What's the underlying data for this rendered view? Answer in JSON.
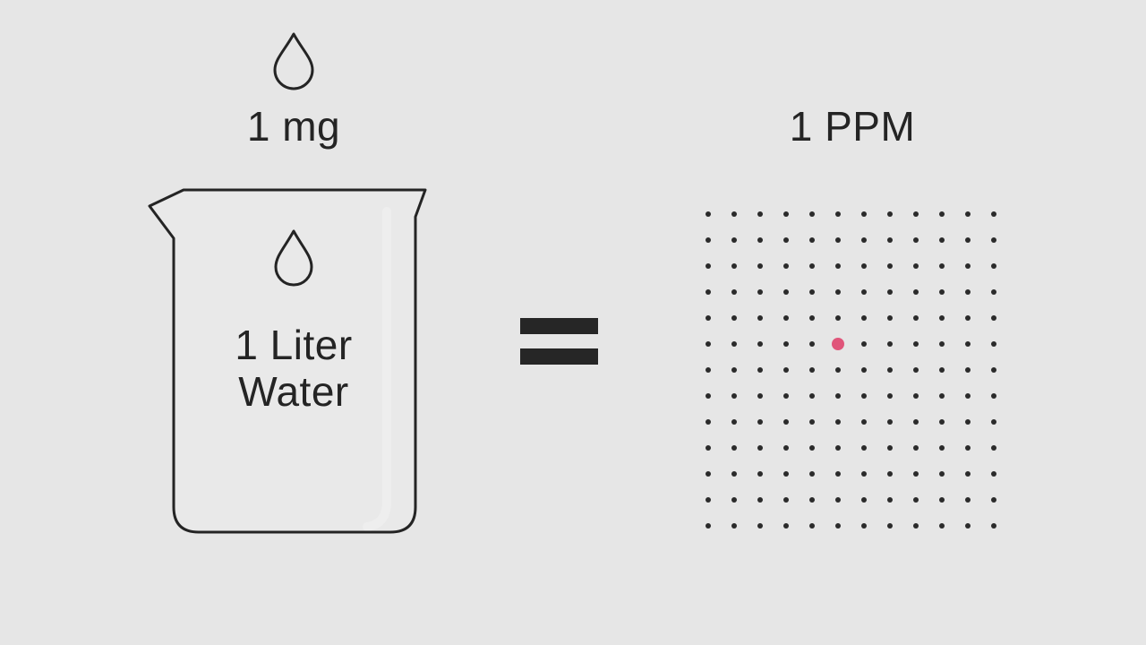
{
  "left": {
    "drop_label": "1 mg",
    "beaker_label_line1": "1 Liter",
    "beaker_label_line2": "Water",
    "drop_icon": "water-drop-icon",
    "beaker_icon": "beaker-icon"
  },
  "operator": {
    "symbol": "=",
    "icon": "equals-icon"
  },
  "right": {
    "title": "1 PPM",
    "grid": {
      "columns": 12,
      "rows": 13,
      "dot_color": "#2b2b2b",
      "highlight_color": "#e0557a",
      "highlight": {
        "column": 6,
        "row": 6
      }
    }
  },
  "colors": {
    "background": "#e6e6e6",
    "stroke": "#242424",
    "accent": "#e0557a"
  }
}
